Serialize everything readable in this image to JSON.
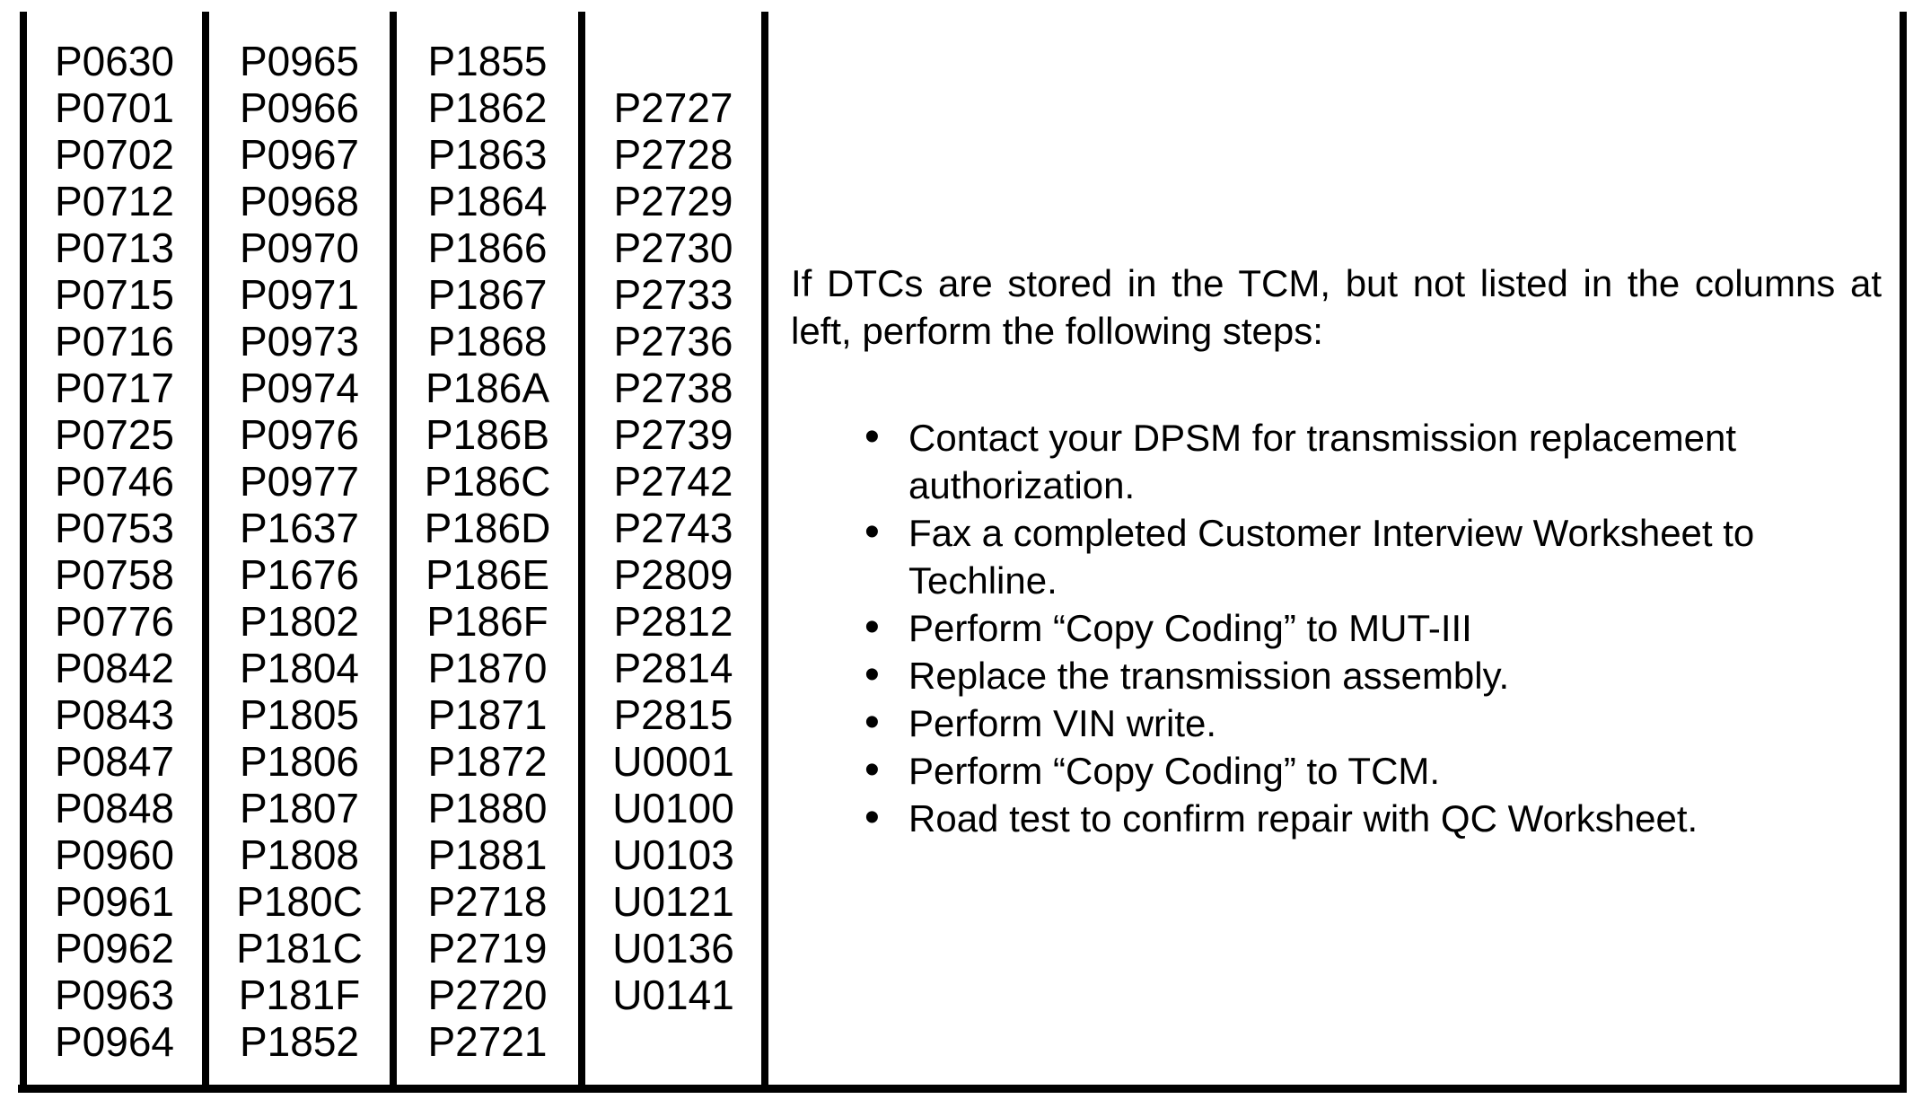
{
  "colors": {
    "ink": "#000000",
    "paper": "#ffffff"
  },
  "dtc_table": {
    "columns": [
      {
        "codes": [
          "P0630",
          "P0701",
          "P0702",
          "P0712",
          "P0713",
          "P0715",
          "P0716",
          "P0717",
          "P0725",
          "P0746",
          "P0753",
          "P0758",
          "P0776",
          "P0842",
          "P0843",
          "P0847",
          "P0848",
          "P0960",
          "P0961",
          "P0962",
          "P0963",
          "P0964"
        ]
      },
      {
        "codes": [
          "P0965",
          "P0966",
          "P0967",
          "P0968",
          "P0970",
          "P0971",
          "P0973",
          "P0974",
          "P0976",
          "P0977",
          "P1637",
          "P1676",
          "P1802",
          "P1804",
          "P1805",
          "P1806",
          "P1807",
          "P1808",
          "P180C",
          "P181C",
          "P181F",
          "P1852"
        ]
      },
      {
        "codes": [
          "P1855",
          "P1862",
          "P1863",
          "P1864",
          "P1866",
          "P1867",
          "P1868",
          "P186A",
          "P186B",
          "P186C",
          "P186D",
          "P186E",
          "P186F",
          "P1870",
          "P1871",
          "P1872",
          "P1880",
          "P1881",
          "P2718",
          "P2719",
          "P2720",
          "P2721"
        ]
      },
      {
        "codes": [
          "",
          "P2727",
          "P2728",
          "P2729",
          "P2730",
          "P2733",
          "P2736",
          "P2738",
          "P2739",
          "P2742",
          "P2743",
          "P2809",
          "P2812",
          "P2814",
          "P2815",
          "U0001",
          "U0100",
          "U0103",
          "U0121",
          "U0136",
          "U0141",
          ""
        ]
      }
    ]
  },
  "instructions": {
    "intro": "If DTCs are stored in the TCM, but not listed in the columns at left, perform the following steps:",
    "bullet_glyph": "•",
    "bullets": [
      "Contact your DPSM for transmission replacement authorization.",
      "Fax a completed Customer Interview Worksheet to Techline.",
      "Perform “Copy Coding” to MUT-III",
      "Replace the transmission assembly.",
      "Perform VIN write.",
      "Perform “Copy Coding” to TCM.",
      "Road test to confirm repair with QC Worksheet."
    ]
  }
}
